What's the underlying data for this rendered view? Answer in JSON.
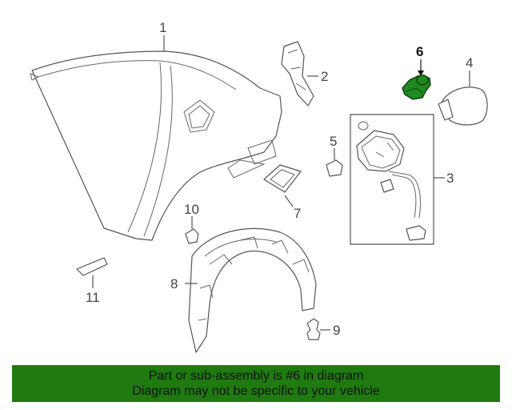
{
  "callouts": {
    "c1": "1",
    "c2": "2",
    "c3": "3",
    "c4": "4",
    "c5": "5",
    "c6": "6",
    "c7": "7",
    "c8": "8",
    "c9": "9",
    "c10": "10",
    "c11": "11"
  },
  "highlighted_part": "6",
  "colors": {
    "banner": "#1f7a0f",
    "highlight_part": "#1f8a1f"
  },
  "banner": {
    "line1": "Part or sub-assembly is #6 in diagram",
    "line2": "Diagram may not be specific to your vehicle"
  }
}
